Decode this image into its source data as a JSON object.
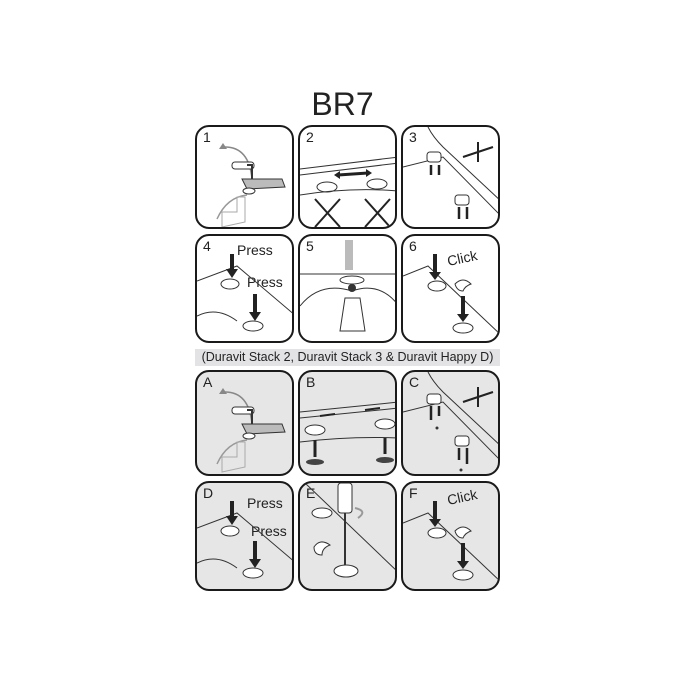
{
  "document": {
    "title": "BR7",
    "subtitle": "(Duravit Stack 2, Duravit Stack 3 & Duravit Happy D)"
  },
  "section1": {
    "panels": [
      {
        "label": "1"
      },
      {
        "label": "2"
      },
      {
        "label": "3"
      },
      {
        "label": "4",
        "words": [
          "Press",
          "Press"
        ]
      },
      {
        "label": "5"
      },
      {
        "label": "6",
        "words": [
          "Click"
        ]
      }
    ]
  },
  "section2": {
    "panels": [
      {
        "label": "A"
      },
      {
        "label": "B"
      },
      {
        "label": "C"
      },
      {
        "label": "D",
        "words": [
          "Press",
          "Press"
        ]
      },
      {
        "label": "E"
      },
      {
        "label": "F",
        "words": [
          "Click"
        ]
      }
    ]
  },
  "colors": {
    "border": "#1a1a1a",
    "panel_bg_gray": "#e6e6e6",
    "subtitle_bg": "#e3e3e6"
  }
}
